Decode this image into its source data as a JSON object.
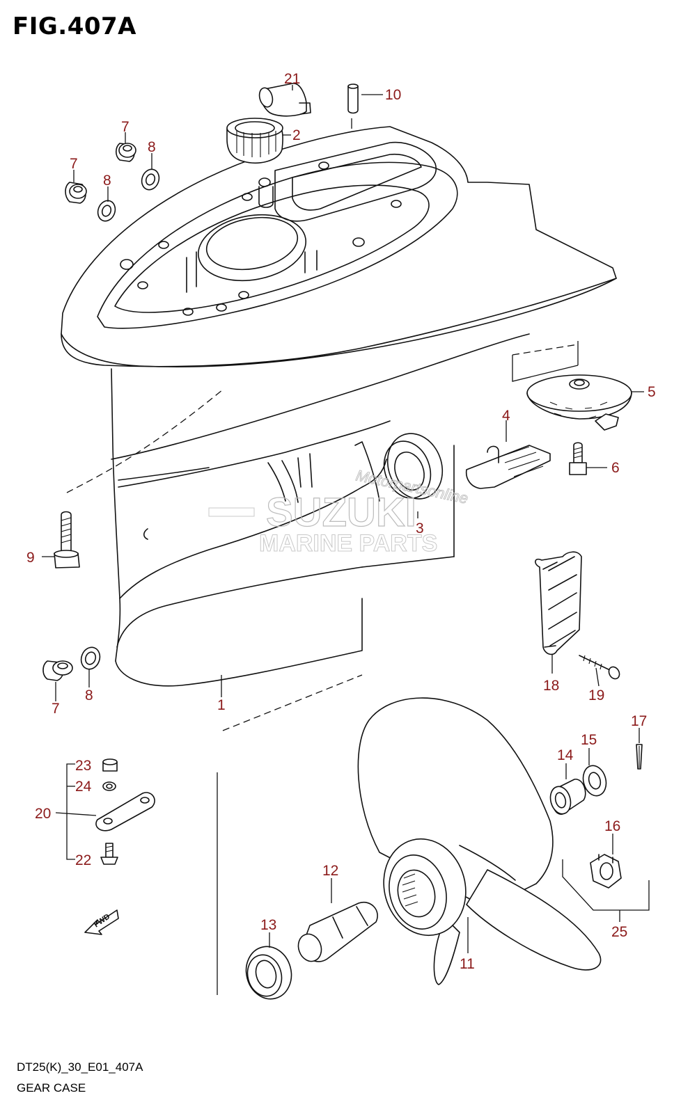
{
  "figure": {
    "title": "FIG.407A",
    "code": "DT25(K)_30_E01_407A",
    "name": "GEAR CASE"
  },
  "watermark": {
    "brand": "SUZUKI",
    "line": "MARINE PARTS",
    "script": "Motorpartsonline"
  },
  "fwd_label": "FWD",
  "callouts": [
    "1",
    "2",
    "3",
    "4",
    "5",
    "6",
    "7",
    "7",
    "7",
    "8",
    "8",
    "8",
    "9",
    "10",
    "11",
    "12",
    "13",
    "14",
    "15",
    "16",
    "17",
    "18",
    "19",
    "20",
    "21",
    "22",
    "23",
    "24",
    "25"
  ],
  "colors": {
    "callout": "#8b1a1a",
    "line": "#111111"
  }
}
